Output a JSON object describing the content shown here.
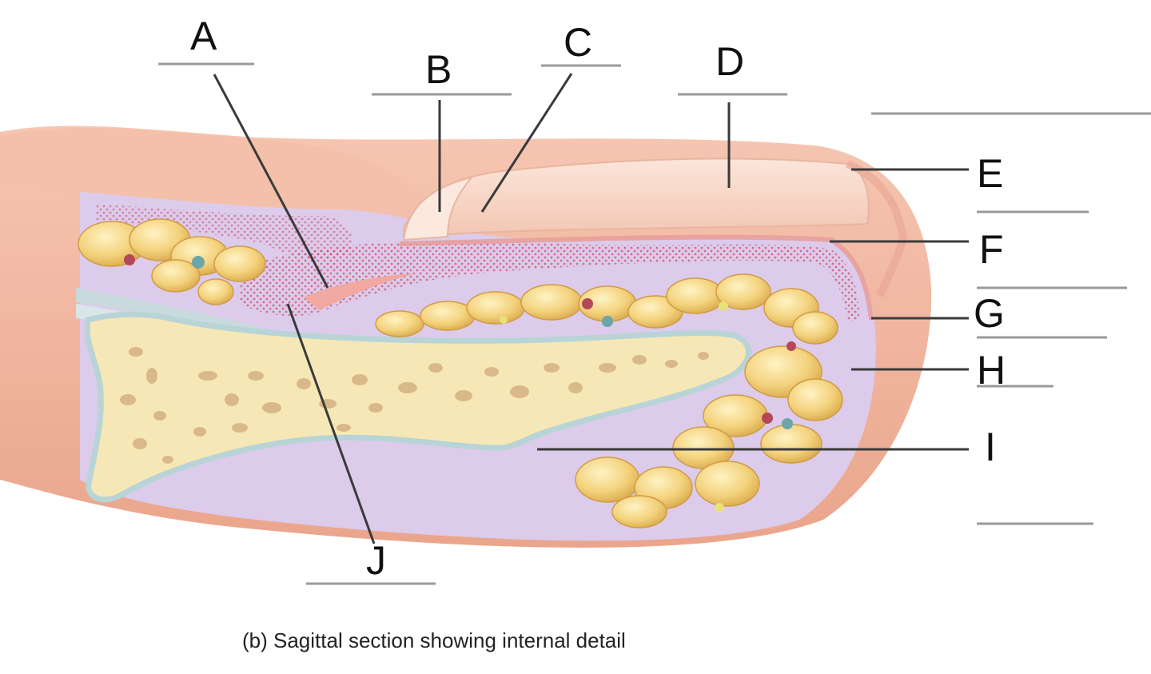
{
  "labels": {
    "a": "A",
    "b": "B",
    "c": "C",
    "d": "D",
    "e": "E",
    "f": "F",
    "g": "G",
    "h": "H",
    "i": "I",
    "j": "J"
  },
  "caption": "(b) Sagittal section showing internal detail",
  "colors": {
    "skin": "#efb39c",
    "skin_light": "#f6cdbb",
    "nail": "#f7d8c8",
    "dermis": "#d9c6e8",
    "nail_matrix": "#ef8a96",
    "fat": "#f2cf72",
    "bone": "#f5e7b0",
    "bone_outline": "#b8d2d4",
    "marrow_holes": "#d8b98c"
  }
}
